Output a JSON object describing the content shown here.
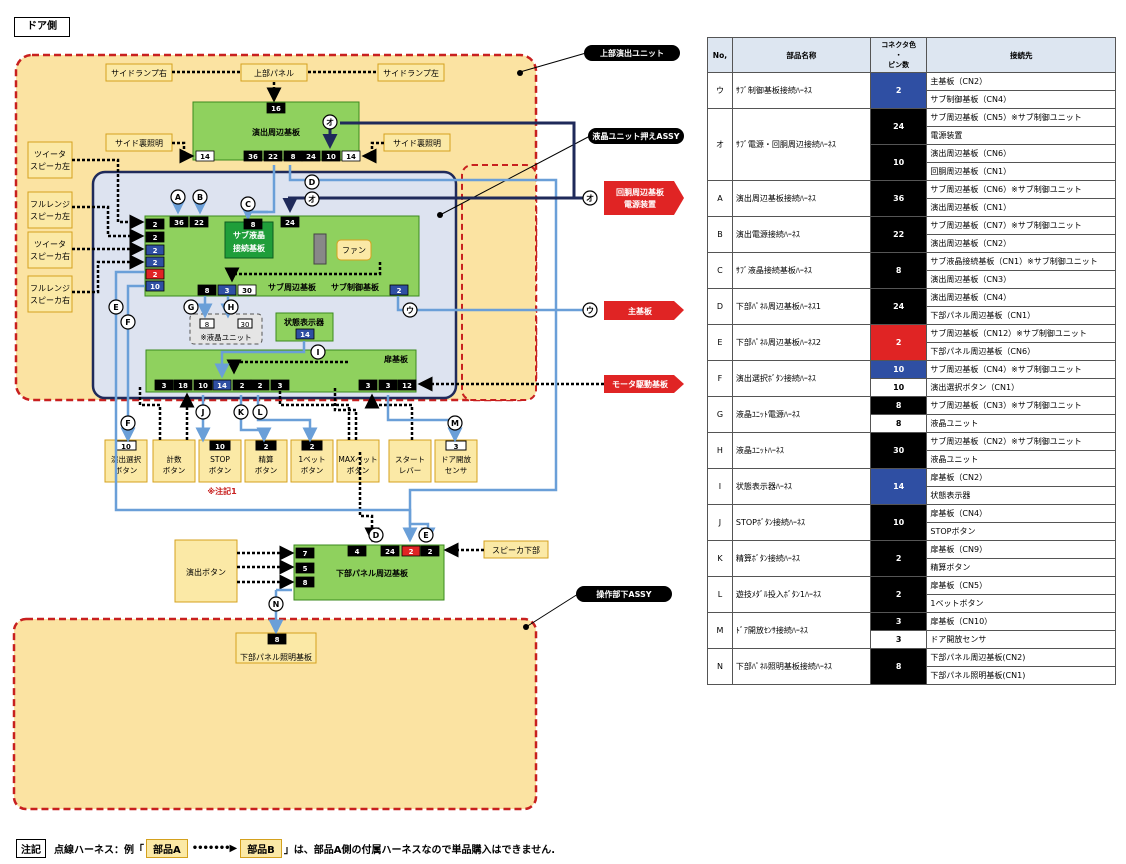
{
  "title": "ドア側",
  "units": {
    "upper": "上部演出ユニット",
    "lcd_press": "液晶ユニット押えASSY",
    "lower": "操作部下ASSY"
  },
  "external": {
    "kaidou": "回胴周辺基板\n電源装置",
    "main": "主基板",
    "motor": "モータ駆動基板"
  },
  "boards": {
    "side_lamp_right": "サイドランプ右",
    "side_lamp_left": "サイドランプ左",
    "upper_panel": "上部パネル",
    "effect_board": "演出周辺基板",
    "side_rear_left": "サイド裏照明",
    "side_rear_right": "サイド裏照明",
    "tweeter_left": "ツイータ\nスピーカ左",
    "fullrange_left": "フルレンジ\nスピーカ左",
    "tweeter_right": "ツイータ\nスピーカ右",
    "fullrange_right": "フルレンジ\nスピーカ右",
    "sub_lcd": "サブ液晶\n接続基板",
    "fan": "ファン",
    "sub_periph": "サブ周辺基板",
    "sub_ctrl": "サブ制御基板",
    "lcd_unit": "※液晶ユニット",
    "status_display": "状態表示器",
    "door_board": "扉基板",
    "lower_panel_board": "下部パネル周辺基板",
    "lower_light": "下部パネル照明基板",
    "effect_button": "演出ボタン",
    "speaker_lower": "スピーカ下部",
    "footnote": "※注記1"
  },
  "buttons": [
    {
      "label": "演出選択\nボタン",
      "pin": "10"
    },
    {
      "label": "計数\nボタン",
      "pin": ""
    },
    {
      "label": "STOP\nボタン",
      "pin": "10"
    },
    {
      "label": "精算\nボタン",
      "pin": "2"
    },
    {
      "label": "1ベット\nボタン",
      "pin": "2"
    },
    {
      "label": "MAXベット\nボタン",
      "pin": ""
    },
    {
      "label": "スタート\nレバー",
      "pin": ""
    },
    {
      "label": "ドア開放\nセンサ",
      "pin": "3"
    }
  ],
  "table": {
    "headers": [
      "No,",
      "部品名称",
      "コネクタ色・ピン数",
      "接続先"
    ],
    "header_color": "コネクタ色\n・\nピン数",
    "rows": [
      {
        "no": "ウ",
        "name": "ｻﾌﾞ制御基板接続ﾊｰﾈｽ",
        "cells": [
          {
            "pin": "2",
            "color": "#2f4fa3",
            "span": 2
          }
        ],
        "dest": [
          "主基板（CN2）",
          "サブ制御基板（CN4）"
        ]
      },
      {
        "no": "オ",
        "name": "ｻﾌﾞ電源・回胴周辺接続ﾊｰﾈｽ",
        "cells": [
          {
            "pin": "24",
            "color": "#000000",
            "span": 2
          },
          {
            "pin": "10",
            "color": "#000000",
            "span": 2
          }
        ],
        "dest": [
          "サブ周辺基板（CN5）※サブ制御ユニット",
          "電源装置",
          "演出周辺基板（CN6）",
          "回胴周辺基板（CN1）"
        ]
      },
      {
        "no": "A",
        "name": "演出周辺基板接続ﾊｰﾈｽ",
        "cells": [
          {
            "pin": "36",
            "color": "#000000",
            "span": 2
          }
        ],
        "dest": [
          "サブ周辺基板（CN6）※サブ制御ユニット",
          "演出周辺基板（CN1）"
        ]
      },
      {
        "no": "B",
        "name": "演出電源接続ﾊｰﾈｽ",
        "cells": [
          {
            "pin": "22",
            "color": "#000000",
            "span": 2
          }
        ],
        "dest": [
          "サブ周辺基板（CN7）※サブ制御ユニット",
          "演出周辺基板（CN2）"
        ]
      },
      {
        "no": "C",
        "name": "ｻﾌﾞ液晶接続基板ﾊｰﾈｽ",
        "cells": [
          {
            "pin": "8",
            "color": "#000000",
            "span": 2
          }
        ],
        "dest": [
          "サブ液晶接続基板（CN1）※サブ制御ユニット",
          "演出周辺基板（CN3）"
        ]
      },
      {
        "no": "D",
        "name": "下部ﾊﾟﾈﾙ周辺基板ﾊｰﾈｽ1",
        "cells": [
          {
            "pin": "24",
            "color": "#000000",
            "span": 2
          }
        ],
        "dest": [
          "演出周辺基板（CN4）",
          "下部パネル周辺基板（CN1）"
        ]
      },
      {
        "no": "E",
        "name": "下部ﾊﾟﾈﾙ周辺基板ﾊｰﾈｽ2",
        "cells": [
          {
            "pin": "2",
            "color": "#e02424",
            "span": 2
          }
        ],
        "dest": [
          "サブ周辺基板（CN12）※サブ制御ユニット",
          "下部パネル周辺基板（CN6）"
        ]
      },
      {
        "no": "F",
        "name": "演出選択ﾎﾞﾀﾝ接続ﾊｰﾈｽ",
        "cells": [
          {
            "pin": "10",
            "color": "#2f4fa3",
            "span": 1
          },
          {
            "pin": "10",
            "color": "#ffffff",
            "span": 1
          }
        ],
        "dest": [
          "サブ周辺基板（CN4）※サブ制御ユニット",
          "演出選択ボタン（CN1）"
        ]
      },
      {
        "no": "G",
        "name": "液晶ﾕﾆｯﾄ電源ﾊｰﾈｽ",
        "cells": [
          {
            "pin": "8",
            "color": "#000000",
            "span": 1
          },
          {
            "pin": "8",
            "color": "#ffffff",
            "span": 1
          }
        ],
        "dest": [
          "サブ周辺基板（CN3）※サブ制御ユニット",
          "液晶ユニット"
        ]
      },
      {
        "no": "H",
        "name": "液晶ﾕﾆｯﾄﾊｰﾈｽ",
        "cells": [
          {
            "pin": "30",
            "color": "#000000",
            "span": 2
          }
        ],
        "dest": [
          "サブ周辺基板（CN2）※サブ制御ユニット",
          "液晶ユニット"
        ]
      },
      {
        "no": "I",
        "name": "状態表示器ﾊｰﾈｽ",
        "cells": [
          {
            "pin": "14",
            "color": "#2f4fa3",
            "span": 2
          }
        ],
        "dest": [
          "扉基板（CN2）",
          "状態表示器"
        ]
      },
      {
        "no": "J",
        "name": "STOPﾎﾞﾀﾝ接続ﾊｰﾈｽ",
        "cells": [
          {
            "pin": "10",
            "color": "#000000",
            "span": 2
          }
        ],
        "dest": [
          "扉基板（CN4）",
          "STOPボタン"
        ]
      },
      {
        "no": "K",
        "name": "精算ﾎﾞﾀﾝ接続ﾊｰﾈｽ",
        "cells": [
          {
            "pin": "2",
            "color": "#000000",
            "span": 2
          }
        ],
        "dest": [
          "扉基板（CN9）",
          "精算ボタン"
        ]
      },
      {
        "no": "L",
        "name": "遊技ﾒﾀﾞﾙ投入ﾎﾞﾀﾝ1ﾊｰﾈｽ",
        "cells": [
          {
            "pin": "2",
            "color": "#000000",
            "span": 2
          }
        ],
        "dest": [
          "扉基板（CN5）",
          "1ベットボタン"
        ]
      },
      {
        "no": "M",
        "name": "ﾄﾞｱ開放ｾﾝｻ接続ﾊｰﾈｽ",
        "cells": [
          {
            "pin": "3",
            "color": "#000000",
            "span": 1
          },
          {
            "pin": "3",
            "color": "#ffffff",
            "span": 1
          }
        ],
        "dest": [
          "扉基板（CN10）",
          "ドア開放センサ"
        ]
      },
      {
        "no": "N",
        "name": "下部ﾊﾟﾈﾙ照明基板接続ﾊｰﾈｽ",
        "cells": [
          {
            "pin": "8",
            "color": "#000000",
            "span": 2
          }
        ],
        "dest": [
          "下部パネル周辺基板(CN2)",
          "下部パネル照明基板(CN1)"
        ]
      }
    ]
  },
  "note": {
    "label": "注記",
    "text1": "点線ハーネス：例「",
    "part_a": "部品A",
    "part_b": "部品B",
    "text2": "」は、部品A側の付属ハーネスなので単品購入はできません."
  }
}
